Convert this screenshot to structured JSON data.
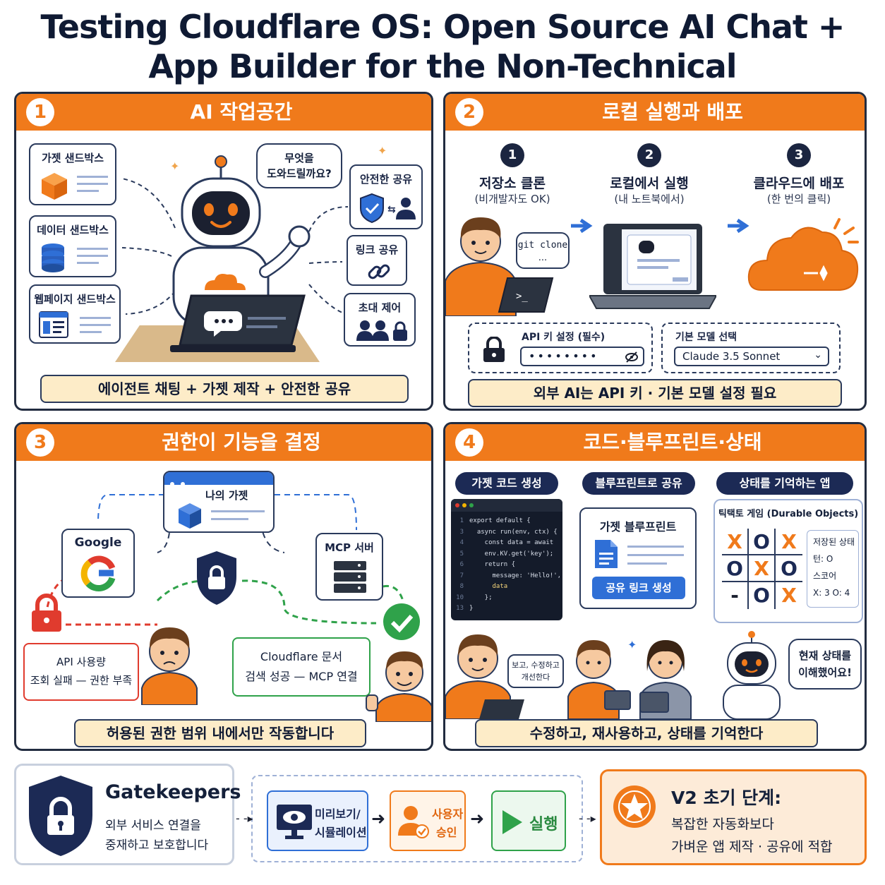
{
  "title": {
    "line1": "Testing Cloudflare OS: Open Source AI Chat +",
    "line2": "App Builder for the Non-Technical"
  },
  "panels": [
    {
      "num": "1",
      "title": "AI 작업공간",
      "sandboxes": [
        "가젯 샌드박스",
        "데이터 샌드박스",
        "웹페이지 샌드박스"
      ],
      "speech": "무엇을 도와드릴까요?",
      "speech_l1": "무엇을",
      "speech_l2": "도와드릴까요?",
      "features": [
        "안전한 공유",
        "링크 공유",
        "초대 제어"
      ],
      "caption": "에이전트 채팅 + 가젯 제작 + 안전한 공유"
    },
    {
      "num": "2",
      "title": "로컬 실행과 배포",
      "steps": [
        {
          "n": "1",
          "title": "저장소 클론",
          "sub": "(비개발자도 OK)"
        },
        {
          "n": "2",
          "title": "로컬에서 실행",
          "sub": "(내 노트북에서)"
        },
        {
          "n": "3",
          "title": "클라우드에 배포",
          "sub": "(한 번의 클릭)"
        }
      ],
      "git_bubble": "git clone",
      "git_dots": "...",
      "terminal_prompt": ">_",
      "api_label": "API 키 설정 (필수)",
      "api_value": "••••••••",
      "model_label": "기본 모델 선택",
      "model_value": "Claude 3.5 Sonnet",
      "caption": "외부 AI는 API 키 · 기본 모델 설정 필요"
    },
    {
      "num": "3",
      "title": "권한이 기능을 결정",
      "gadget": "나의 가젯",
      "google": "Google",
      "mcp": "MCP 서버",
      "fail_l1": "API 사용량",
      "fail_l2": "조회 실패 — 권한 부족",
      "success_l1": "Cloudflare 문서",
      "success_l2": "검색 성공 — MCP 연결",
      "caption": "허용된 권한 범위 내에서만 작동합니다"
    },
    {
      "num": "4",
      "title": "코드·블루프린트·상태",
      "col_titles": [
        "가젯 코드 생성",
        "블루프린트로 공유",
        "상태를 기억하는 앱"
      ],
      "code_lines": [
        {
          "n": "1",
          "t": "export default {"
        },
        {
          "n": "3",
          "t": "  async run(env, ctx) {"
        },
        {
          "n": "4",
          "t": "    const data = await"
        },
        {
          "n": "5",
          "t": "    env.KV.get('key');"
        },
        {
          "n": "6",
          "t": "    return {"
        },
        {
          "n": "7",
          "t": "      message: 'Hello!',"
        },
        {
          "n": "8",
          "t": "      data"
        },
        {
          "n": "10",
          "t": "    };"
        },
        {
          "n": "13",
          "t": "}"
        }
      ],
      "blueprint_title": "가젯 블루프린트",
      "share_button": "공유 링크 생성",
      "game_title": "틱택토 게임 (Durable Objects)",
      "board": [
        "X",
        "O",
        "X",
        "O",
        "X",
        "O",
        "-",
        "O",
        "X"
      ],
      "state_title": "저장된 상태",
      "state_turn": "턴: O",
      "state_score_label": "스코어",
      "state_score": "X: 3  O: 4",
      "edit_bubble_l1": "보고, 수정하고",
      "edit_bubble_l2": "개선한다",
      "robot_bubble_l1": "현재 상태를",
      "robot_bubble_l2": "이해했어요!",
      "caption": "수정하고, 재사용하고, 상태를 기억한다"
    }
  ],
  "bottom": {
    "gatekeepers_title": "Gatekeepers",
    "gatekeepers_l1": "외부 서비스 연결을",
    "gatekeepers_l2": "중재하고 보호합니다",
    "flow": [
      {
        "l1": "미리보기/",
        "l2": "시뮬레이션"
      },
      {
        "l1": "사용자",
        "l2": "승인"
      },
      {
        "l1": "실행",
        "l2": ""
      }
    ],
    "v2_title": "V2 초기 단계:",
    "v2_l1": "복잡한 자동화보다",
    "v2_l2": "가벼운 앱 제작 · 공유에 적합"
  },
  "colors": {
    "orange": "#f07a1b",
    "navy": "#1c2a55",
    "cream": "#fdecc8",
    "green": "#2fa24a",
    "red": "#e03b2e",
    "blue": "#2f6fd6"
  }
}
